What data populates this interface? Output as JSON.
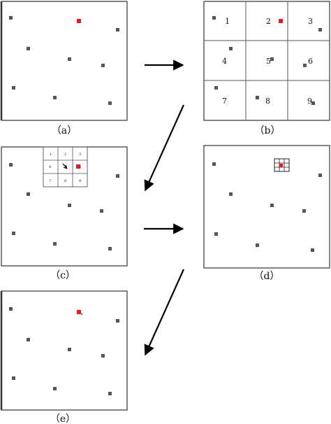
{
  "captions": {
    "a": "（a）",
    "b": "（b）",
    "c": "（c）",
    "d": "（d）",
    "e": "（e）"
  },
  "grid_labels": [
    "1",
    "2",
    "3",
    "4",
    "5",
    "6",
    "7",
    "8",
    "9"
  ],
  "colors": {
    "point": "#555555",
    "highlight": "#e02020",
    "frame": "#333333",
    "arrow": "#000000"
  }
}
